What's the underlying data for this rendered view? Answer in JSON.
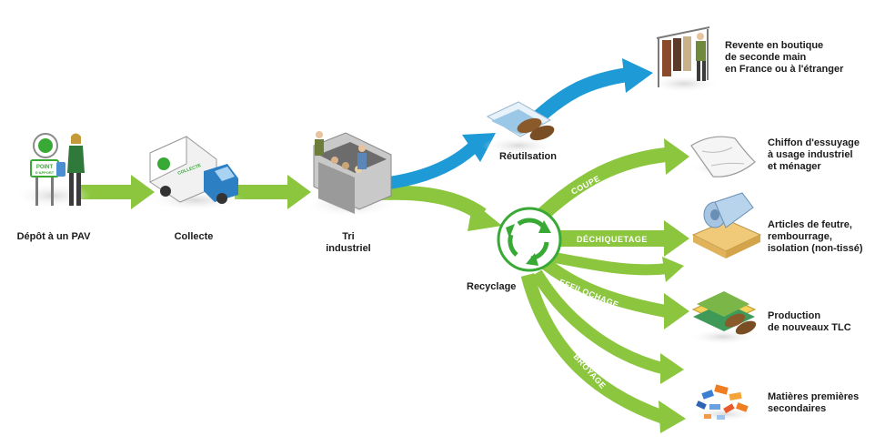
{
  "colors": {
    "green": "#8cc63f",
    "blue": "#1e9ad6",
    "recycle_green": "#39a935"
  },
  "steps": {
    "depot": "Dépôt à un PAV",
    "collecte": "Collecte",
    "tri": "Tri\nindustriel",
    "reutilisation": "Réutilsation",
    "recyclage": "Recyclage"
  },
  "sign": {
    "point": "POINT",
    "apport": "D'APPORT",
    "truck_badge": "COLLECTE"
  },
  "operations": {
    "coupe": "COUPE",
    "dechiquetage": "DÉCHIQUETAGE",
    "effilochage": "EFFILOCHAGE",
    "broyage": "BROYAGE"
  },
  "outcomes": {
    "revente": "Revente en boutique\nde seconde main\nen France ou à l'étranger",
    "chiffon": "Chiffon d'essuyage\nà usage industriel\net ménager",
    "feutre": "Articles de feutre,\nrembourrage,\nisolation (non-tissé)",
    "tlc": "Production\nde nouveaux TLC",
    "matieres": "Matières premières\nsecondaires"
  },
  "icons": [
    "collection-point-icon",
    "collection-truck-icon",
    "sorting-facility-icon",
    "shoes-clothes-icon",
    "recycling-symbol-icon",
    "clothing-rack-icon",
    "wiping-cloth-icon",
    "felt-roll-icon",
    "folded-clothes-icon",
    "raw-materials-icon"
  ]
}
